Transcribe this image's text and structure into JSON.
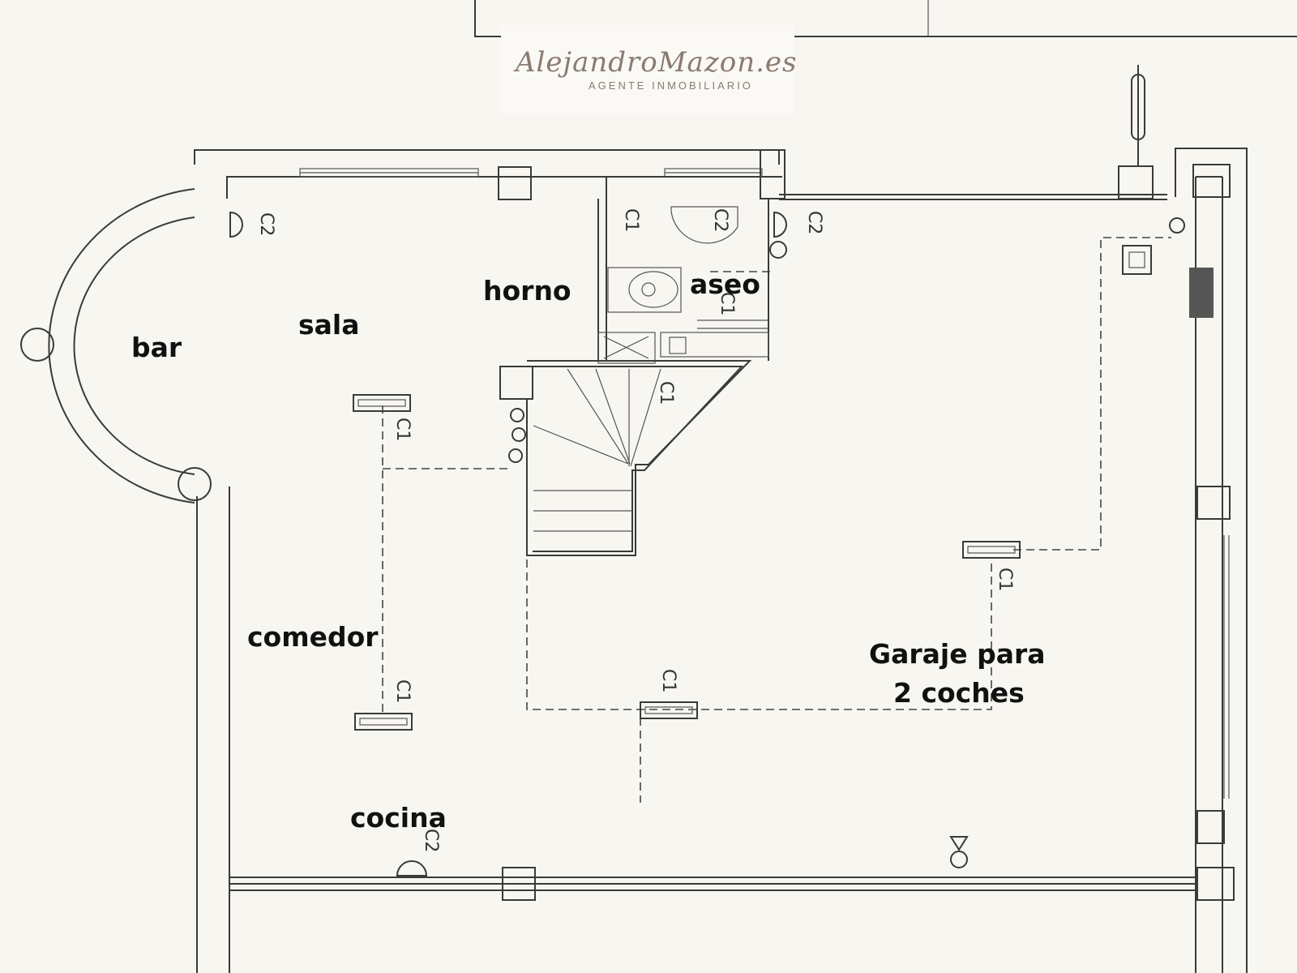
{
  "logo": {
    "name": "AlejandroMazon.es",
    "tagline": "AGENTE INMOBILIARIO"
  },
  "rooms": {
    "bar": "bar",
    "sala": "sala",
    "horno": "horno",
    "aseo": "aseo",
    "comedor": "comedor",
    "cocina": "cocina",
    "garaje_line1": "Garaje para",
    "garaje_line2": "2 coches"
  },
  "circuit_codes": {
    "c1": "C1",
    "c2": "C2"
  },
  "colors": {
    "background": "#f7f6f1",
    "line": "#3a3a3a",
    "logo": "#8a7a70"
  }
}
